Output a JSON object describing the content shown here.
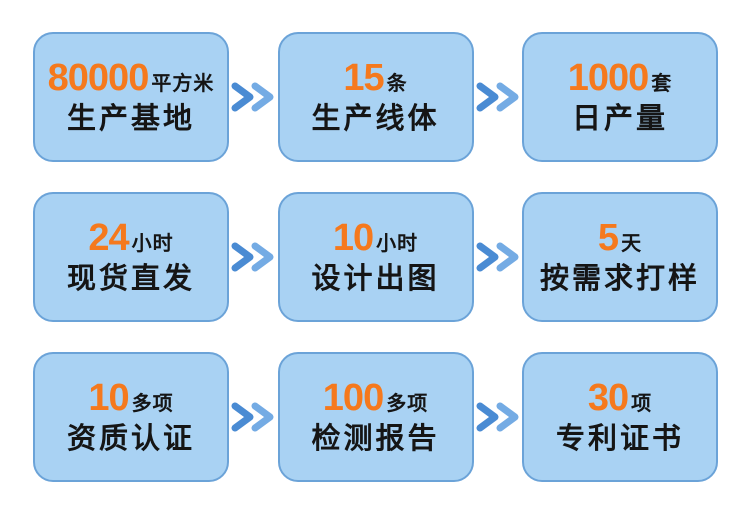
{
  "colors": {
    "background": "#ffffff",
    "card_fill": "#a9d2f3",
    "card_border": "#6ba3d8",
    "number_orange": "#f5791d",
    "text_black": "#151515",
    "chevron_front": "#4a8bd3",
    "chevron_back": "#74abe4"
  },
  "icons": {
    "separator": "double-chevron-right"
  },
  "cards": [
    {
      "number": "80000",
      "unit": "平方米",
      "label": "生产基地"
    },
    {
      "number": "15",
      "unit": "条",
      "label": "生产线体"
    },
    {
      "number": "1000",
      "unit": "套",
      "label": "日产量"
    },
    {
      "number": "24",
      "unit": "小时",
      "label": "现货直发"
    },
    {
      "number": "10",
      "unit": "小时",
      "label": "设计出图"
    },
    {
      "number": "5",
      "unit": "天",
      "label": "按需求打样"
    },
    {
      "number": "10",
      "unit": "多项",
      "label": "资质认证"
    },
    {
      "number": "100",
      "unit": "多项",
      "label": "检测报告"
    },
    {
      "number": "30",
      "unit": "项",
      "label": "专利证书"
    }
  ]
}
